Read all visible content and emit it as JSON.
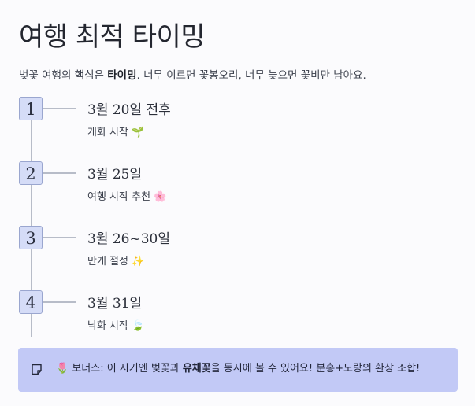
{
  "title": "여행 최적 타이밍",
  "intro": {
    "prefix": "벚꽃 여행의 핵심은 ",
    "emphasis": "타이밍",
    "suffix": ". 너무 이르면 꽃봉오리, 너무 늦으면 꽃비만 남아요."
  },
  "steps": [
    {
      "number": "1",
      "date": "3월 20일 전후",
      "desc": "개화 시작 🌱"
    },
    {
      "number": "2",
      "date": "3월 25일",
      "desc": "여행 시작 추천 🌸"
    },
    {
      "number": "3",
      "date": "3월 26~30일",
      "desc": "만개 절정 ✨"
    },
    {
      "number": "4",
      "date": "3월 31일",
      "desc": "낙화 시작 🍃"
    }
  ],
  "callout": {
    "icon": "note-icon",
    "prefix": "🌷 보너스: 이 시기엔 벚꽃과 ",
    "emphasis": "유채꽃",
    "suffix": "을 동시에 볼 수 있어요! 분홍+노랑의 환상 조합!"
  }
}
